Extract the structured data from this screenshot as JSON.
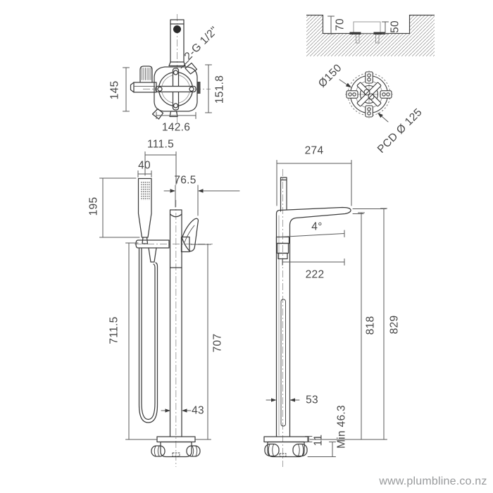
{
  "site": {
    "url_label": "www.plumbline.co.nz"
  },
  "top_view": {
    "dim_height_left": "145",
    "dim_height_right": "151.8",
    "dim_width": "142.6",
    "thread_label": "2-G 1/2\""
  },
  "front_view": {
    "dim_handshower_offset": "111.5",
    "dim_handshower_width": "40",
    "dim_handle_reach": "76.5",
    "dim_handshower_length": "195",
    "dim_height_holder": "711.5",
    "dim_height_spout": "707",
    "dim_column_width": "43"
  },
  "side_view": {
    "dim_overall_depth": "274",
    "dim_spout_angle": "4°",
    "dim_spout_reach": "222",
    "dim_height_spout_tip": "818",
    "dim_height_overall": "829",
    "dim_column_depth": "53",
    "dim_flange_thickness": "11",
    "dim_min_recess": "Min 46.3"
  },
  "recess_detail": {
    "dim_recess_depth": "70",
    "dim_body_depth": "50"
  },
  "flange_detail": {
    "dim_diameter": "Ø150",
    "dim_pcd": "PCD Ø 125"
  }
}
